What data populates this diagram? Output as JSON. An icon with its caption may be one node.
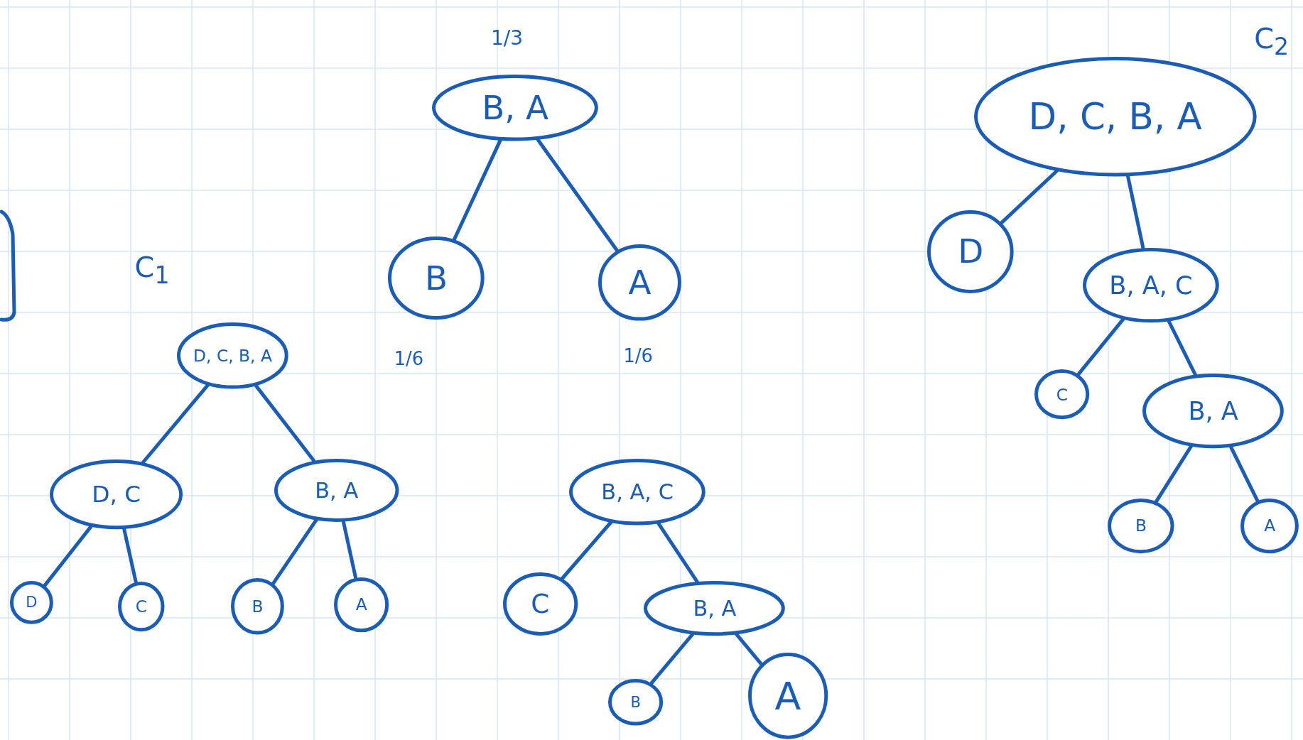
{
  "diagram": {
    "nodes": [
      {
        "text": [
          "B, A"
        ],
        "beside": [
          "1/3"
        ]
      },
      {
        "text": [
          "B"
        ],
        "beside": [
          "1/6"
        ]
      },
      {
        "text": [
          "A"
        ],
        "beside": [
          "1/6"
        ]
      },
      {
        "text": [
          "D, C, B, A"
        ]
      },
      {
        "text": [
          "D, C"
        ]
      },
      {
        "text": [
          "B, A"
        ]
      },
      {
        "text": [
          "D"
        ]
      },
      {
        "text": [
          "C"
        ]
      },
      {
        "text": [
          "B"
        ]
      },
      {
        "text": [
          "A"
        ]
      },
      {
        "text": [
          "B, A, C"
        ]
      },
      {
        "text": [
          "C"
        ]
      },
      {
        "text": [
          "B, A"
        ]
      },
      {
        "text": [
          "B"
        ]
      },
      {
        "text": [
          "A"
        ]
      },
      {
        "text": [
          "D, C, B, A"
        ]
      },
      {
        "text": [
          "D"
        ]
      },
      {
        "text": [
          "B, A, C"
        ]
      },
      {
        "text": [
          "C"
        ]
      },
      {
        "text": [
          "B, A"
        ]
      },
      {
        "text": [
          "B"
        ]
      },
      {
        "text": [
          "A"
        ]
      }
    ],
    "edges": [
      {
        "from": 0,
        "to": 1,
        "arrow": "none"
      },
      {
        "from": 0,
        "to": 2,
        "arrow": "none"
      },
      {
        "from": 3,
        "to": 4,
        "arrow": "none"
      },
      {
        "from": 3,
        "to": 5,
        "arrow": "none"
      },
      {
        "from": 4,
        "to": 6,
        "arrow": "none"
      },
      {
        "from": 4,
        "to": 7,
        "arrow": "none"
      },
      {
        "from": 5,
        "to": 8,
        "arrow": "none"
      },
      {
        "from": 5,
        "to": 9,
        "arrow": "none"
      },
      {
        "from": 10,
        "to": 11,
        "arrow": "none"
      },
      {
        "from": 10,
        "to": 12,
        "arrow": "none"
      },
      {
        "from": 12,
        "to": 13,
        "arrow": "none"
      },
      {
        "from": 12,
        "to": 14,
        "arrow": "none"
      },
      {
        "from": 15,
        "to": 16,
        "arrow": "none"
      },
      {
        "from": 15,
        "to": 17,
        "arrow": "none"
      },
      {
        "from": 17,
        "to": 18,
        "arrow": "none"
      },
      {
        "from": 17,
        "to": 19,
        "arrow": "none"
      },
      {
        "from": 19,
        "to": 20,
        "arrow": "none"
      },
      {
        "from": 19,
        "to": 21,
        "arrow": "none"
      }
    ],
    "labels": [
      "C$_{2}$",
      "C$_{1}$"
    ]
  }
}
